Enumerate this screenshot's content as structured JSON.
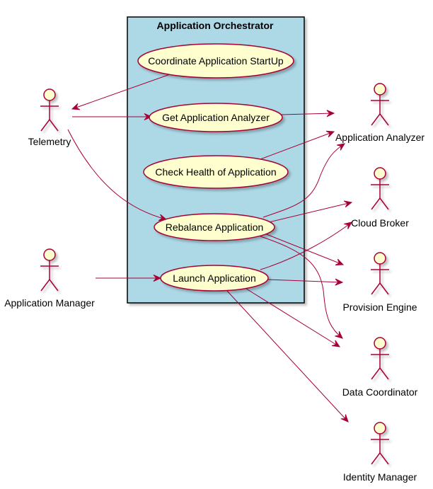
{
  "colors": {
    "boundary_fill": "#add8e6",
    "boundary_stroke": "#000000",
    "usecase_fill": "#fefece",
    "line": "#a80036",
    "shadow": "#c8c8c8",
    "text": "#000000"
  },
  "system_boundary": {
    "title": "Application Orchestrator"
  },
  "use_cases": [
    {
      "id": "uc_startup",
      "label": "Coordinate Application StartUp"
    },
    {
      "id": "uc_get_analyzer",
      "label": "Get Application Analyzer"
    },
    {
      "id": "uc_check_health",
      "label": "Check Health of Application"
    },
    {
      "id": "uc_rebalance",
      "label": "Rebalance Application"
    },
    {
      "id": "uc_launch",
      "label": "Launch Application"
    }
  ],
  "actors": [
    {
      "id": "telemetry",
      "label": "Telemetry"
    },
    {
      "id": "app_manager",
      "label": "Application Manager"
    },
    {
      "id": "app_analyzer",
      "label": "Application Analyzer"
    },
    {
      "id": "cloud_broker",
      "label": "Cloud Broker"
    },
    {
      "id": "provision_engine",
      "label": "Provision Engine"
    },
    {
      "id": "data_coordinator",
      "label": "Data Coordinator"
    },
    {
      "id": "identity_manager",
      "label": "Identity Manager"
    }
  ],
  "relations": [
    {
      "from": "uc_startup",
      "to": "telemetry"
    },
    {
      "from": "telemetry",
      "to": "uc_get_analyzer"
    },
    {
      "from": "telemetry",
      "to": "uc_rebalance"
    },
    {
      "from": "uc_get_analyzer",
      "to": "app_analyzer"
    },
    {
      "from": "uc_check_health",
      "to": "app_analyzer"
    },
    {
      "from": "uc_rebalance",
      "to": "app_analyzer"
    },
    {
      "from": "uc_rebalance",
      "to": "cloud_broker"
    },
    {
      "from": "uc_rebalance",
      "to": "provision_engine"
    },
    {
      "from": "uc_rebalance",
      "to": "data_coordinator"
    },
    {
      "from": "app_manager",
      "to": "uc_launch"
    },
    {
      "from": "uc_launch",
      "to": "cloud_broker"
    },
    {
      "from": "uc_launch",
      "to": "provision_engine"
    },
    {
      "from": "uc_launch",
      "to": "data_coordinator"
    },
    {
      "from": "uc_launch",
      "to": "identity_manager"
    }
  ]
}
